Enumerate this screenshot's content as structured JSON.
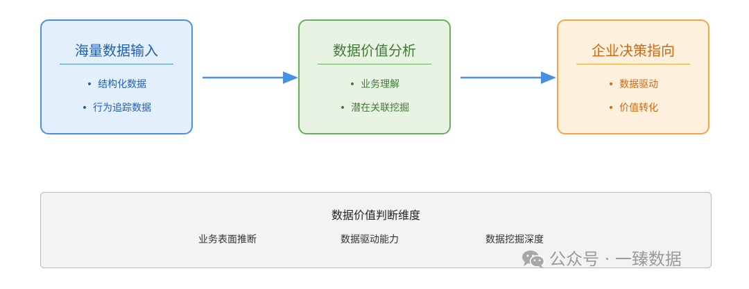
{
  "flow": [
    {
      "title": "海量数据输入",
      "items": [
        "结构化数据",
        "行为追踪数据"
      ]
    },
    {
      "title": "数据价值分析",
      "items": [
        "业务理解",
        "潜在关联挖掘"
      ]
    },
    {
      "title": "企业决策指向",
      "items": [
        "数据驱动",
        "价值转化"
      ]
    }
  ],
  "bullet": "•",
  "dimensions": {
    "title": "数据价值判断维度",
    "items": [
      "业务表面推断",
      "数据驱动能力",
      "数据挖掘深度"
    ]
  },
  "watermark": {
    "text": "公众号 · 一臻数据",
    "icon": "wechat-icon"
  },
  "colors": {
    "blue": "#4a90e2",
    "green": "#66ad5c",
    "orange": "#f5a63a",
    "arrow": "#4a90e2",
    "panel_border": "#b8b8b8"
  }
}
